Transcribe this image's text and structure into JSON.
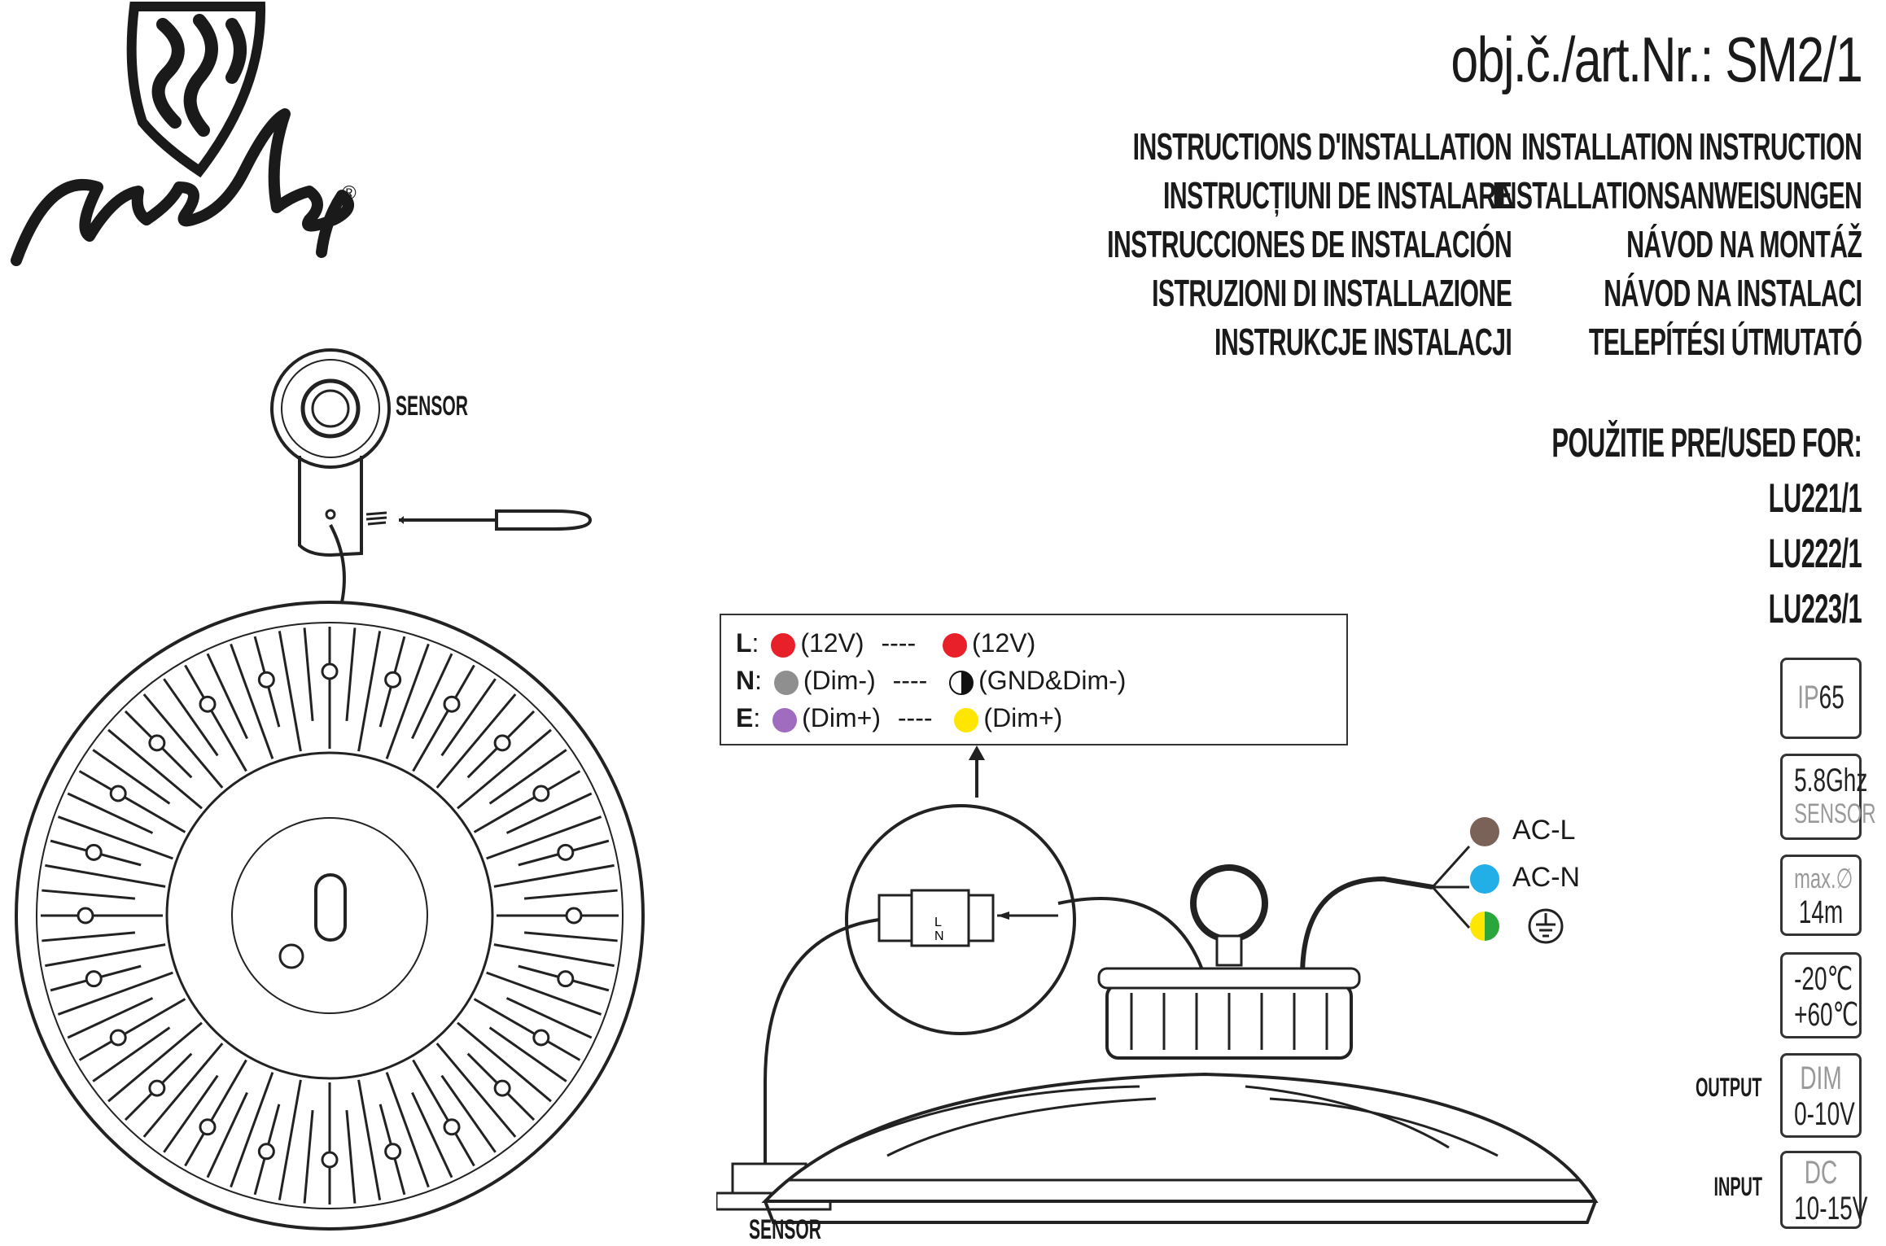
{
  "brand": {
    "logo_text": "nedes",
    "registered": "®"
  },
  "header": {
    "article": "obj.č./art.Nr.: SM2/1"
  },
  "languages": {
    "left": [
      "INSTRUCTIONS D'INSTALLATION",
      "INSTRUCȚIUNI DE INSTALARE",
      "INSTRUCCIONES DE INSTALACIÓN",
      "ISTRUZIONI DI INSTALLAZIONE",
      "INSTRUKCJE INSTALACJI"
    ],
    "right": [
      "INSTALLATION INSTRUCTION",
      "INSTALLATIONSANWEISUNGEN",
      "NÁVOD NA MONTÁŽ",
      "NÁVOD NA INSTALACI",
      "TELEPÍTÉSI ÚTMUTATÓ"
    ]
  },
  "used_for": {
    "title": "POUŽITIE PRE/USED FOR:",
    "models": [
      "LU221/1",
      "LU222/1",
      "LU223/1"
    ]
  },
  "badges": {
    "ip": {
      "prefix": "IP",
      "value": "65"
    },
    "sensor": {
      "top": "5.8Ghz",
      "bottom": "SENSOR"
    },
    "range": {
      "top": "max.∅",
      "bottom": "14m"
    },
    "temp": {
      "top": "-20℃",
      "bottom": "+60℃"
    },
    "output": {
      "label": "OUTPUT",
      "top": "DIM",
      "bottom": "0-10V"
    },
    "input": {
      "label": "INPUT",
      "top": "DC",
      "bottom": "10-15V"
    }
  },
  "labels": {
    "sensor_top": "SENSOR",
    "sensor_bottom": "SENSOR"
  },
  "wiring_legend": {
    "rows": [
      {
        "key": "L",
        "left": "(12V)",
        "sep": "----",
        "right": "(12V)",
        "left_color": "#e8202a",
        "right_color": "#e8202a"
      },
      {
        "key": "N",
        "left": "(Dim-)",
        "sep": "----",
        "right": "(GND&Dim-)",
        "left_color": "#8f8f8f",
        "right_color": "half"
      },
      {
        "key": "E",
        "left": "(Dim+)",
        "sep": "----",
        "right": "(Dim+)",
        "left_color": "#a06cc0",
        "right_color": "#ffe600"
      }
    ]
  },
  "ac": {
    "rows": [
      {
        "label": "AC-L",
        "color": "#7a6258"
      },
      {
        "label": "AC-N",
        "color": "#22aee6"
      },
      {
        "label": "",
        "color": "ground"
      }
    ]
  },
  "connector_letters": {
    "l": "L",
    "n": "N"
  }
}
